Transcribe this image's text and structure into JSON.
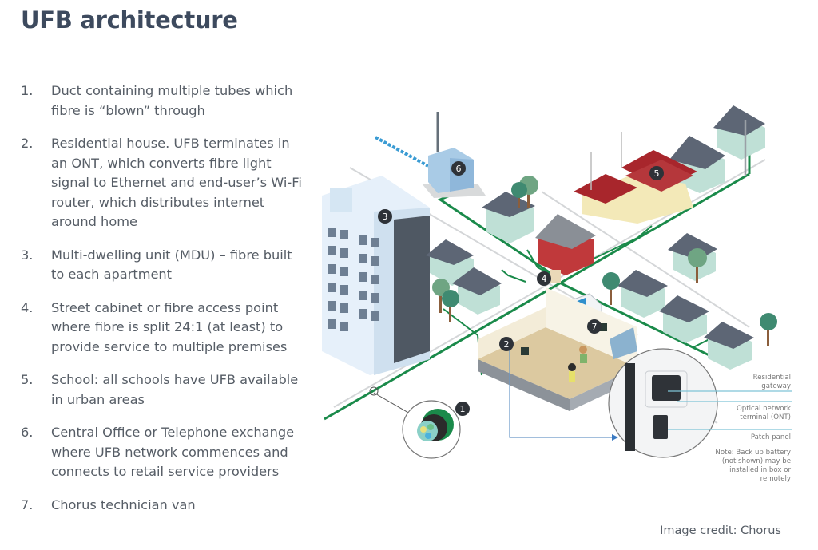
{
  "slide": {
    "title": "UFB architecture",
    "credit": "Image credit: Chorus"
  },
  "items": [
    {
      "number": "1.",
      "text": "Duct containing multiple tubes which fibre is “blown” through"
    },
    {
      "number": "2.",
      "text": "Residential house. UFB terminates in an ONT, which converts fibre light signal to Ethernet and end-user’s Wi-Fi router, which distributes internet around home"
    },
    {
      "number": "3.",
      "text": "Multi-dwelling unit (MDU) – fibre built to each apartment"
    },
    {
      "number": "4.",
      "text": "Street cabinet or fibre access point where fibre is split 24:1 (at least) to provide service to multiple premises"
    },
    {
      "number": "5.",
      "text": "School: all schools have UFB available in urban areas"
    },
    {
      "number": "6.",
      "text": "Central Office or Telephone exchange where UFB network commences and connects to retail service providers"
    },
    {
      "number": "7.",
      "text": "Chorus technician van"
    }
  ],
  "diagram": {
    "markers": [
      "1",
      "2",
      "3",
      "4",
      "5",
      "6",
      "7"
    ],
    "callouts": {
      "gateway": "Residential gateway",
      "ont": "Optical network terminal (ONT)",
      "patch": "Patch panel",
      "note": "Note: Back up battery (not shown) may be installed in box or remotely"
    },
    "colors": {
      "fibre": "#1a8a4a",
      "marker": "#2e3238",
      "roof": "#5d6675",
      "wall": "#bfe0d6",
      "school_roof": "#a8262c",
      "red_house": "#c0393b",
      "mdu": "#dce9f5",
      "exchange": "#a9cbe6",
      "callout_line": "#7fc4d6",
      "title": "#3d4a5e",
      "text": "#565d66"
    }
  }
}
